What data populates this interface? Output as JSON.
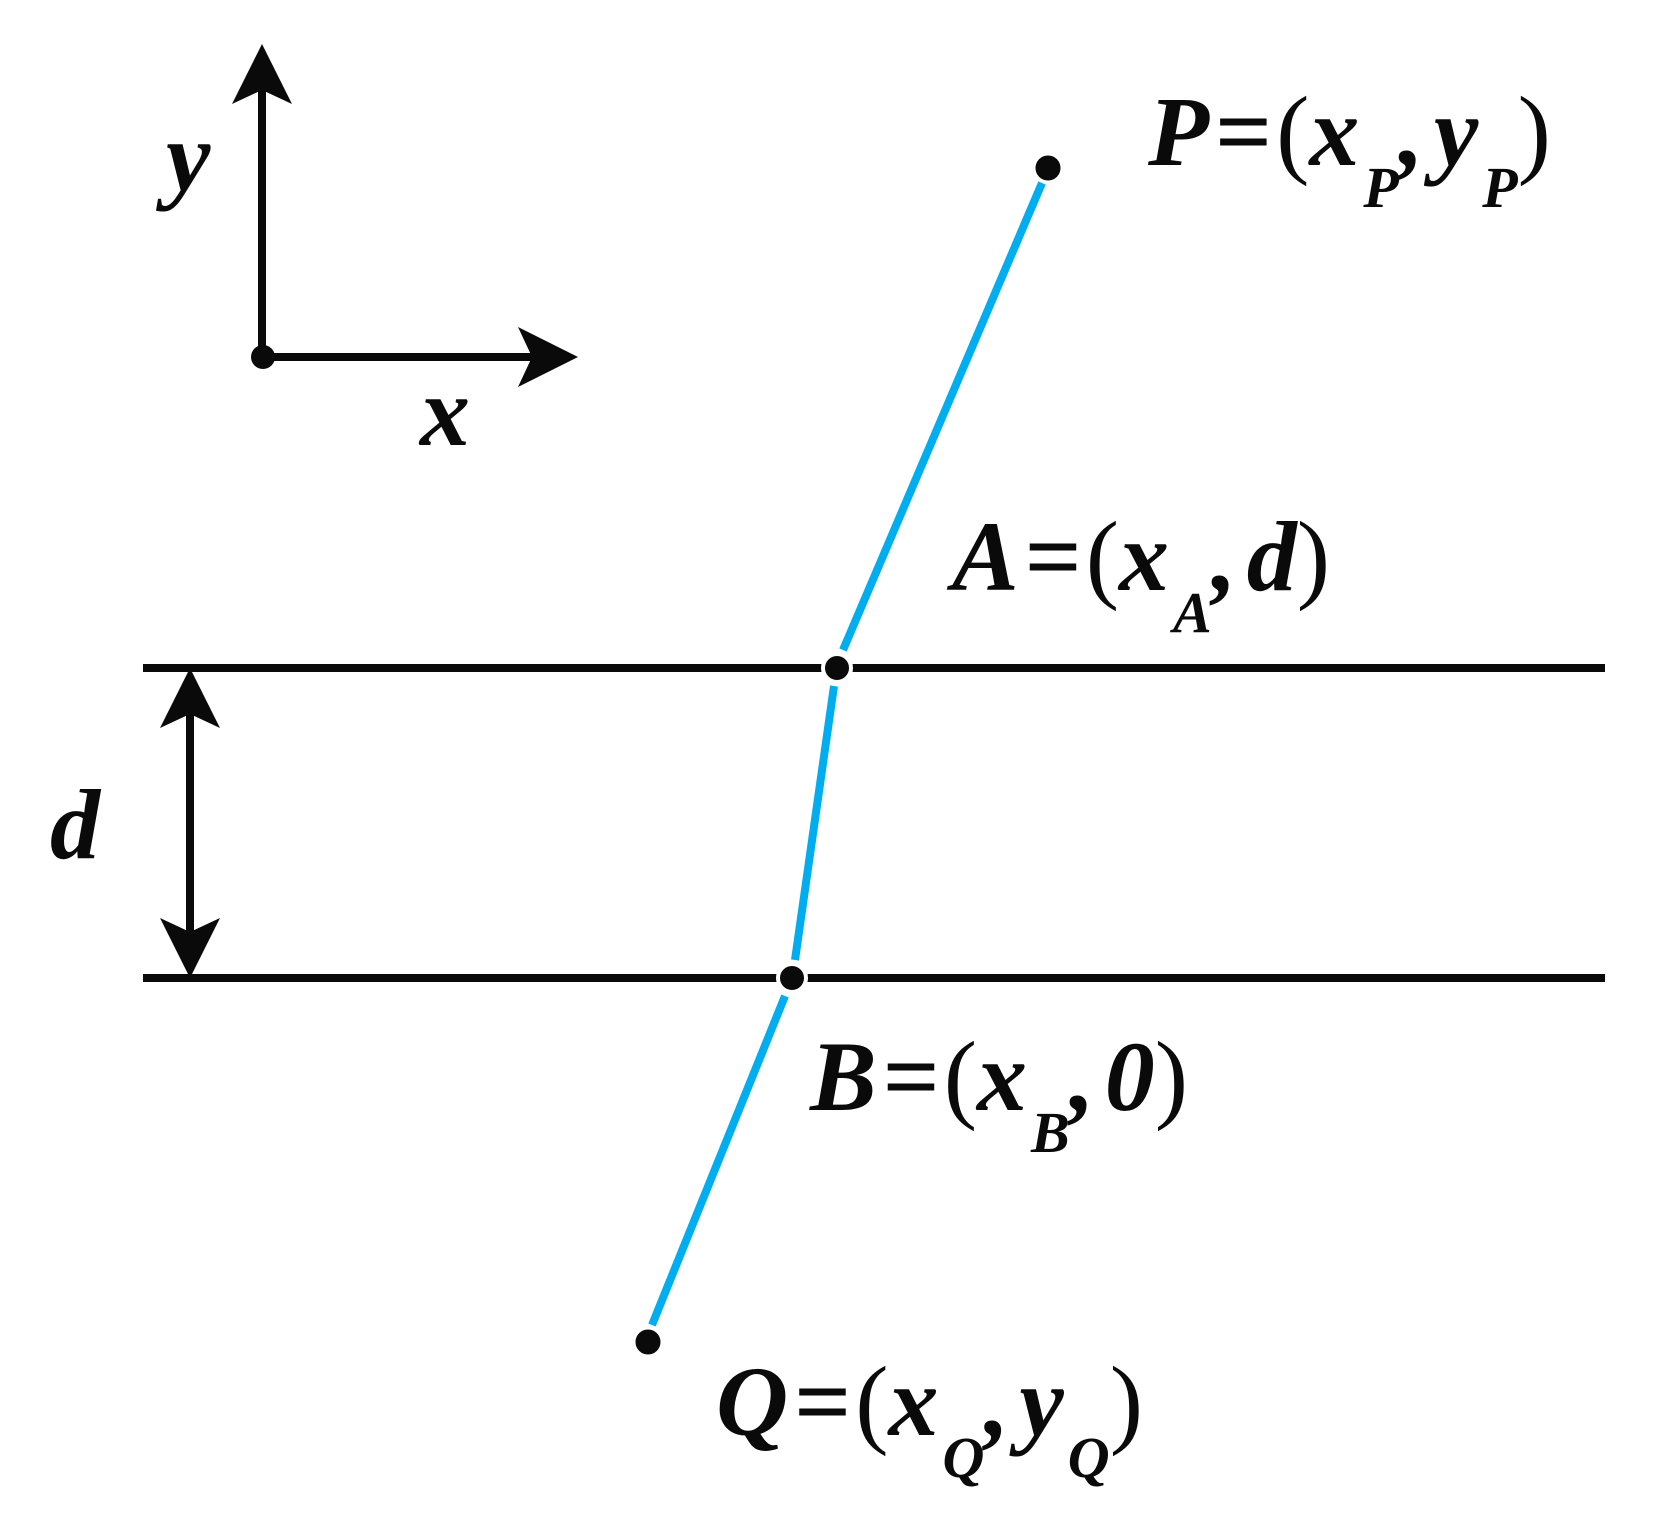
{
  "diagram": {
    "type": "geometry",
    "description": "Line from P to Q crossing a horizontal strip of width d, with points A and B on the strip boundaries",
    "colors": {
      "ink": "#0a0a0a",
      "path": "#00aeef",
      "background": "#ffffff"
    },
    "axes": {
      "x_label": "x",
      "y_label": "y"
    },
    "strip": {
      "width_label": "d"
    },
    "points": {
      "P": {
        "name": "P",
        "x_sym": "x",
        "x_sub": "P",
        "y_sym": "y",
        "y_sub": "P"
      },
      "A": {
        "name": "A",
        "x_sym": "x",
        "x_sub": "A",
        "y_val": "d"
      },
      "B": {
        "name": "B",
        "x_sym": "x",
        "x_sub": "B",
        "y_val": "0"
      },
      "Q": {
        "name": "Q",
        "x_sym": "x",
        "x_sub": "Q",
        "y_sym": "y",
        "y_sub": "Q"
      }
    },
    "symbols": {
      "equals": "=",
      "open_paren": "(",
      "close_paren": ")",
      "comma": ","
    }
  }
}
